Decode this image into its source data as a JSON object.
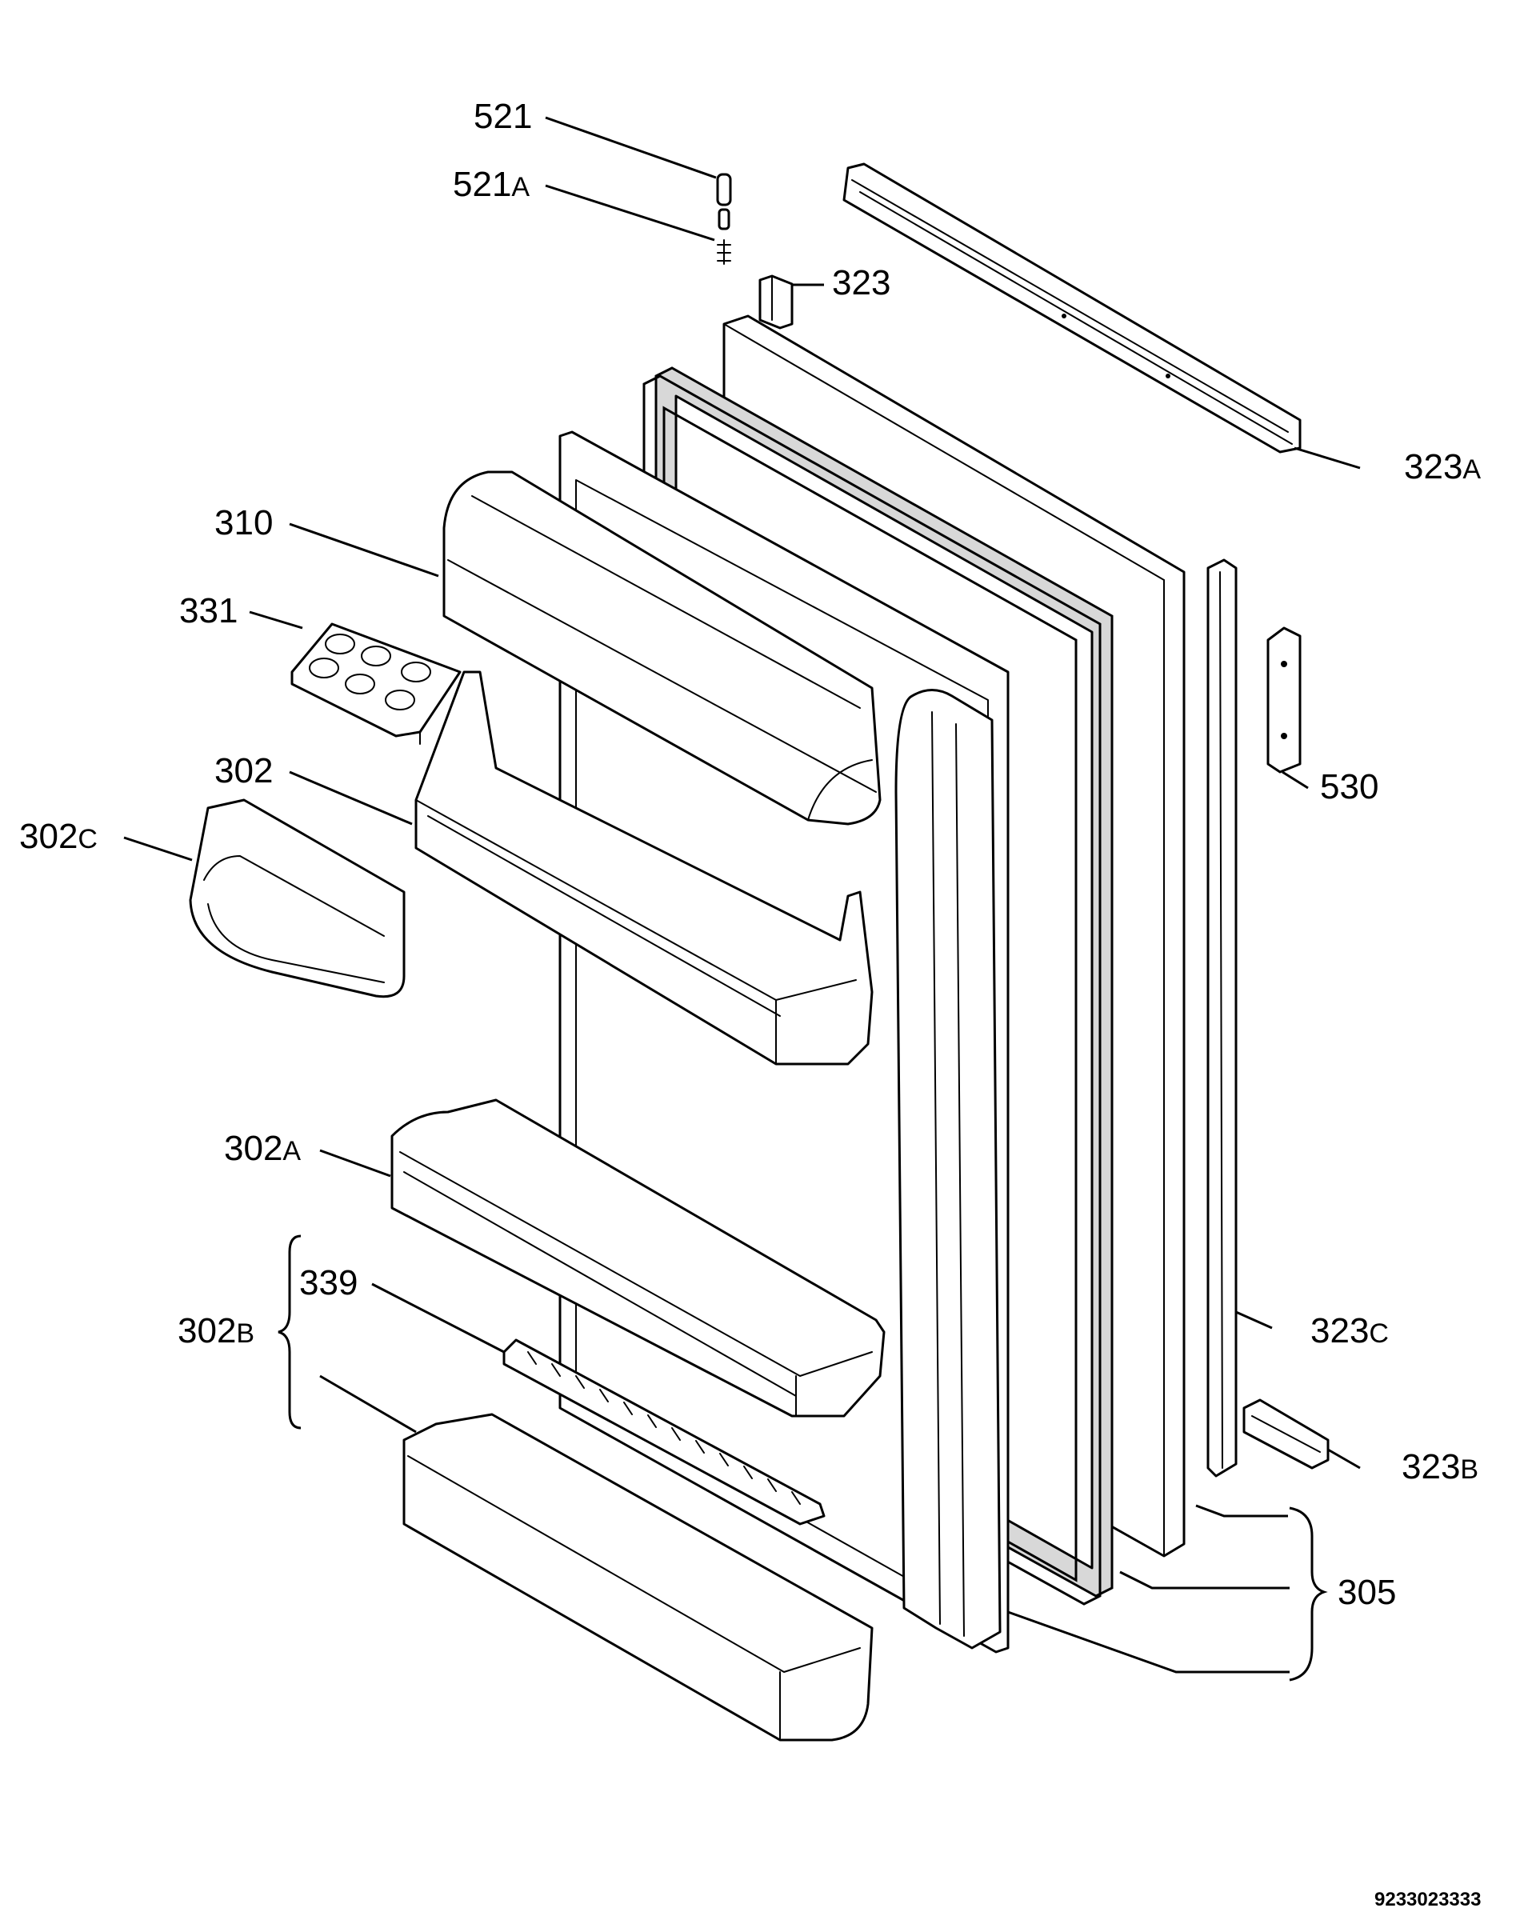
{
  "callouts": {
    "p521": "521",
    "p521a": {
      "num": "521",
      "suffix": "A"
    },
    "p323": "323",
    "p323a": {
      "num": "323",
      "suffix": "A"
    },
    "p310": "310",
    "p331": "331",
    "p302": "302",
    "p302c": {
      "num": "302",
      "suffix": "C"
    },
    "p530": "530",
    "p302a": {
      "num": "302",
      "suffix": "A"
    },
    "p302b": {
      "num": "302",
      "suffix": "B"
    },
    "p339": "339",
    "p323c": {
      "num": "323",
      "suffix": "C"
    },
    "p323b": {
      "num": "323",
      "suffix": "B"
    },
    "p305": "305"
  },
  "drawing_number": "9233023333"
}
